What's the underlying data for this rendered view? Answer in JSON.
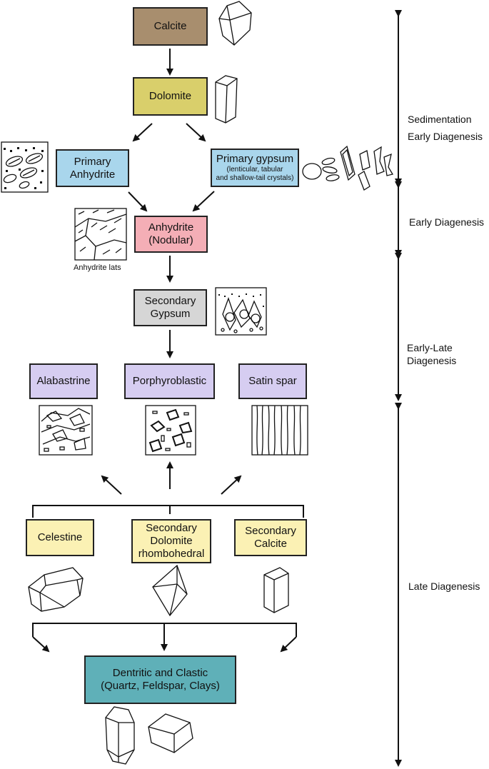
{
  "colors": {
    "calcite": "#a88e6e",
    "dolomite": "#d9cf6b",
    "blue": "#a9d6ec",
    "pink": "#f4aeb6",
    "grey": "#d6d6d6",
    "lavender": "#d6cdf1",
    "yellow": "#fbf1b4",
    "teal": "#5fb0b8",
    "line": "#111111"
  },
  "boxes": {
    "calcite": "Calcite",
    "dolomite": "Dolomite",
    "primary_anhydrite": [
      "Primary",
      "Anhydrite"
    ],
    "primary_gypsum": "Primary gypsum",
    "primary_gypsum_note_1": "(lenticular, tabular",
    "primary_gypsum_note_2": "and shallow-tail crystals)",
    "anhydrite_nodular": [
      "Anhydrite",
      "(Nodular)"
    ],
    "secondary_gypsum": [
      "Secondary",
      "Gypsum"
    ],
    "alabastrine": "Alabastrine",
    "porphyroblastic": "Porphyroblastic",
    "satin_spar": "Satin spar",
    "celestine": "Celestine",
    "secondary_dolomite": [
      "Secondary",
      "Dolomite",
      "rhombohedral"
    ],
    "secondary_calcite": [
      "Secondary",
      "Calcite"
    ],
    "detrital": [
      "Dentritic and Clastic",
      "(Quartz, Feldspar, Clays)"
    ]
  },
  "captions": {
    "anhydrite_lats": "Anhydrite lats"
  },
  "stages": {
    "sedimentation": [
      "Sedimentation",
      "Early Diagenesis"
    ],
    "early": "Early Diagenesis",
    "early_late": [
      "Early-Late",
      "Diagenesis"
    ],
    "late": "Late Diagenesis"
  }
}
